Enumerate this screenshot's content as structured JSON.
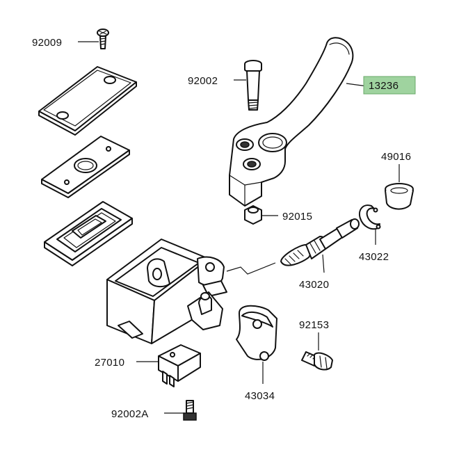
{
  "diagram": {
    "highlight_color": "#9fd39f",
    "parts": [
      {
        "id": "p92009",
        "label": "92009",
        "icon": "screw"
      },
      {
        "id": "p92002",
        "label": "92002",
        "icon": "pivot-bolt"
      },
      {
        "id": "p13236",
        "label": "13236",
        "icon": "brake-lever",
        "highlighted": true
      },
      {
        "id": "p49016",
        "label": "49016",
        "icon": "dust-boot"
      },
      {
        "id": "p92015",
        "label": "92015",
        "icon": "nut"
      },
      {
        "id": "p43022",
        "label": "43022",
        "icon": "circlip"
      },
      {
        "id": "p43020",
        "label": "43020",
        "icon": "piston-kit"
      },
      {
        "id": "p92153",
        "label": "92153",
        "icon": "bolt"
      },
      {
        "id": "p27010",
        "label": "27010",
        "icon": "brake-light-switch"
      },
      {
        "id": "p43034",
        "label": "43034",
        "icon": "clamp"
      },
      {
        "id": "p92002A",
        "label": "92002A",
        "icon": "switch-screw"
      }
    ]
  }
}
